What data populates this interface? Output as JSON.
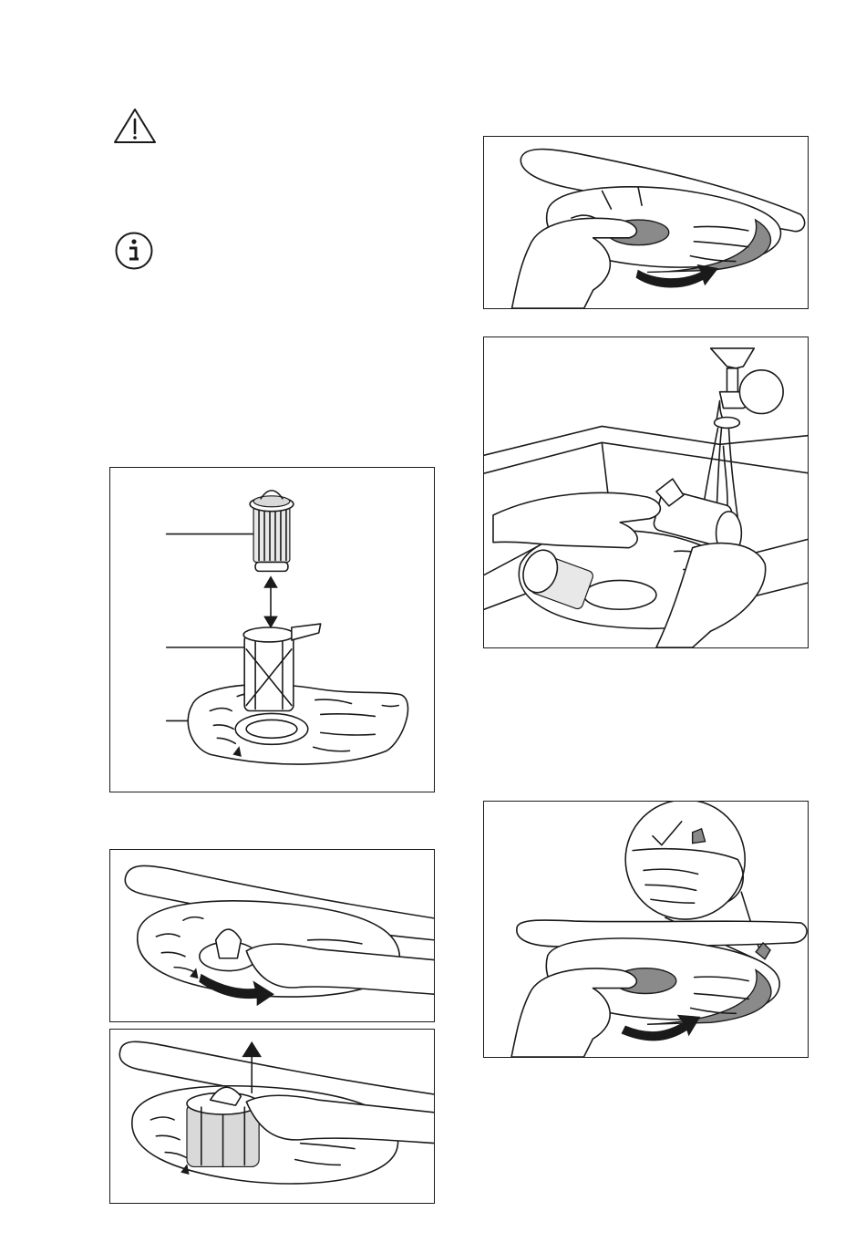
{
  "icons": {
    "warning": "warning-triangle-icon",
    "info": "info-circle-icon"
  },
  "figures": {
    "filter_parts": "filter-assembly-parts",
    "turn_filter": "remove-filter-turn",
    "lift_filter": "lift-filter-out",
    "rinse_filter": "rinse-filter-under-tap",
    "sprayarm_turn": "sprayarm-turn-remove",
    "refit_filter": "refit-filter-check"
  }
}
